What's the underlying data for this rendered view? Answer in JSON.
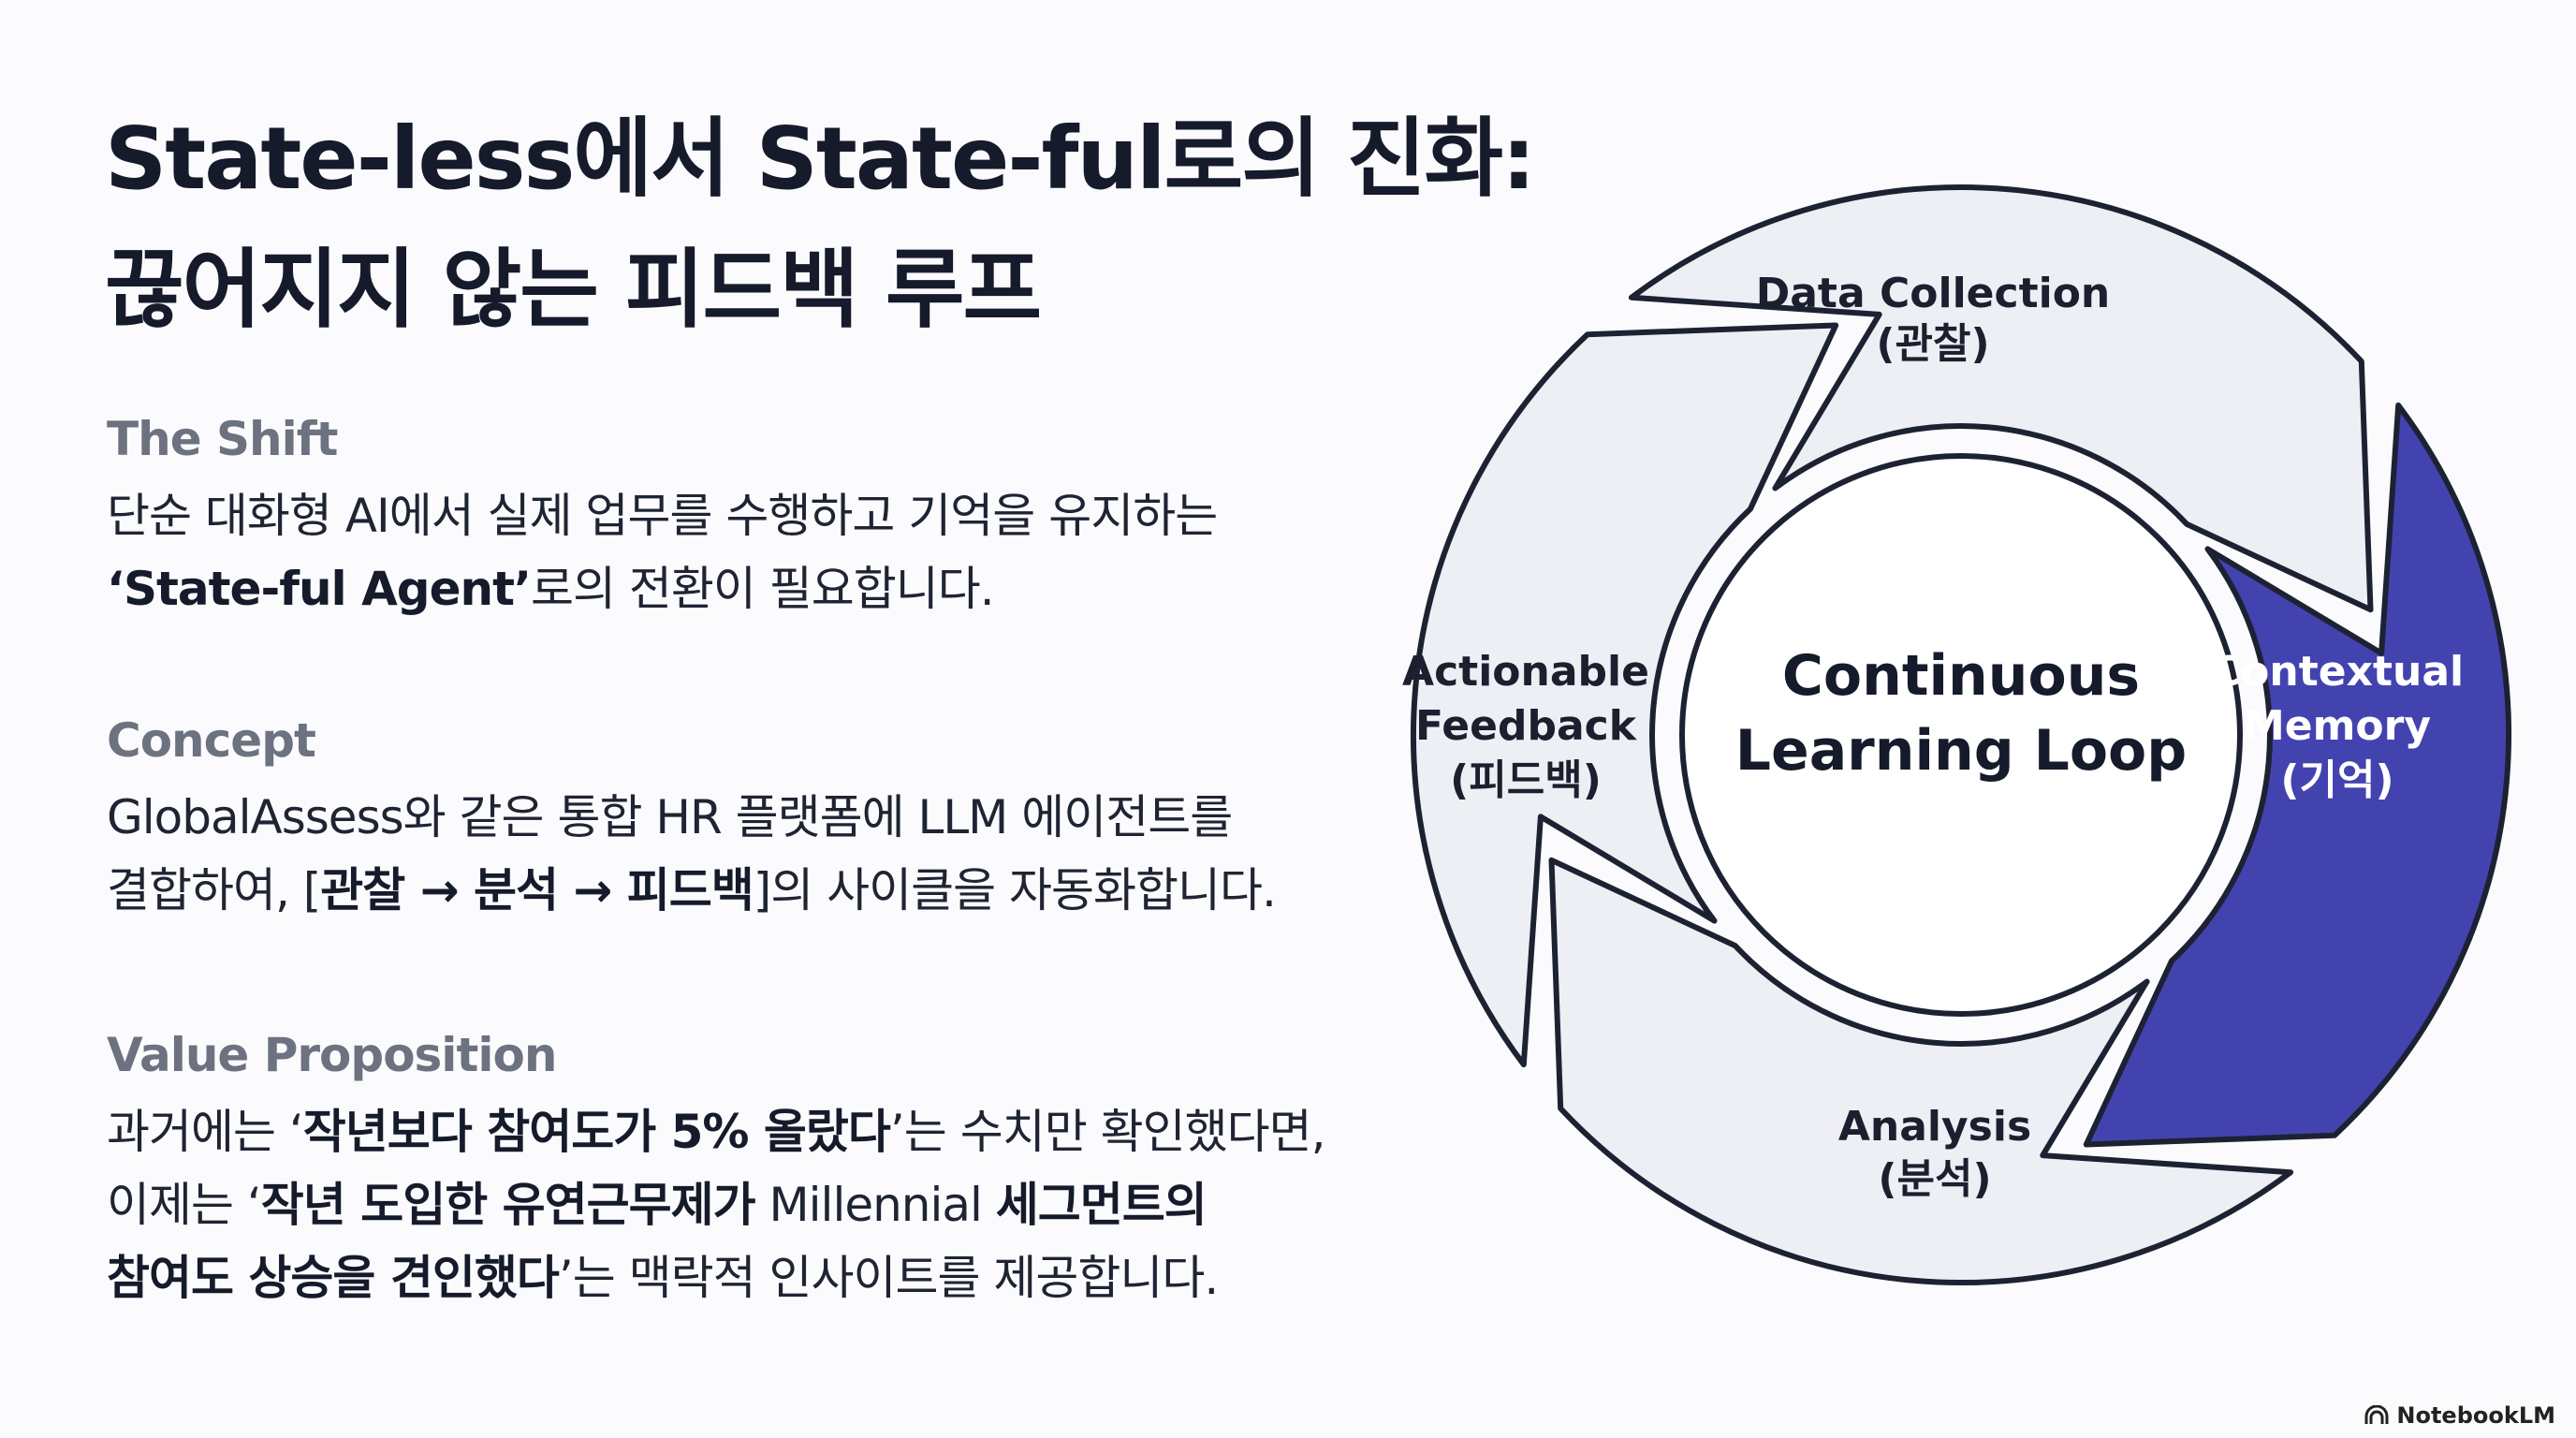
{
  "title": {
    "line1": "State-less에서 State-ful로의 진화:",
    "line2": "끊어지지 않는 피드백 루프"
  },
  "sections": {
    "shift": {
      "heading": "The Shift",
      "l1": "단순 대화형 AI에서 실제 업무를 수행하고 기억을 유지하는",
      "l2_quote": "‘State-ful Agent’",
      "l2_rest": "로의 전환이 필요합니다."
    },
    "concept": {
      "heading": "Concept",
      "l1": "GlobalAssess와 같은 통합 HR 플랫폼에 LLM 에이전트를",
      "l2_pre": "결합하여, [",
      "l2_bold": "관찰 → 분석 → 피드백",
      "l2_post": "]의 사이클을 자동화합니다."
    },
    "value": {
      "heading": "Value Proposition",
      "l1_pre": "과거에는 ‘",
      "l1_bold": "작년보다 참여도가 5% 올랐다",
      "l1_post": "’는 수치만 확인했다면,",
      "l2_pre": "이제는 ‘",
      "l2_bold": "작년 도입한 유연근무제가",
      "l2_mid": " Millennial ",
      "l2_bold2": "세그먼트의",
      "l3_bold": "참여도 상승을 견인했다",
      "l3_post": "’는 맥락적 인사이트를 제공합니다."
    }
  },
  "diagram": {
    "center_line1": "Continuous",
    "center_line2": "Learning Loop",
    "segments": [
      {
        "line1": "Data Collection",
        "line2": "(관찰)"
      },
      {
        "line1": "Contextual",
        "line2": "Memory",
        "line3": "(기억)"
      },
      {
        "line1": "Analysis",
        "line2": "(분석)"
      },
      {
        "line1": "Actionable",
        "line2": "Feedback",
        "line3": "(피드백)"
      }
    ],
    "colors": {
      "segment_fill": "#eeeff4",
      "segment_stroke": "#1d2233",
      "highlight_fill": "#4343b0",
      "highlight_text": "#ffffff"
    }
  },
  "brand": {
    "label": "NotebookLM",
    "icon": "notebooklm-icon"
  }
}
